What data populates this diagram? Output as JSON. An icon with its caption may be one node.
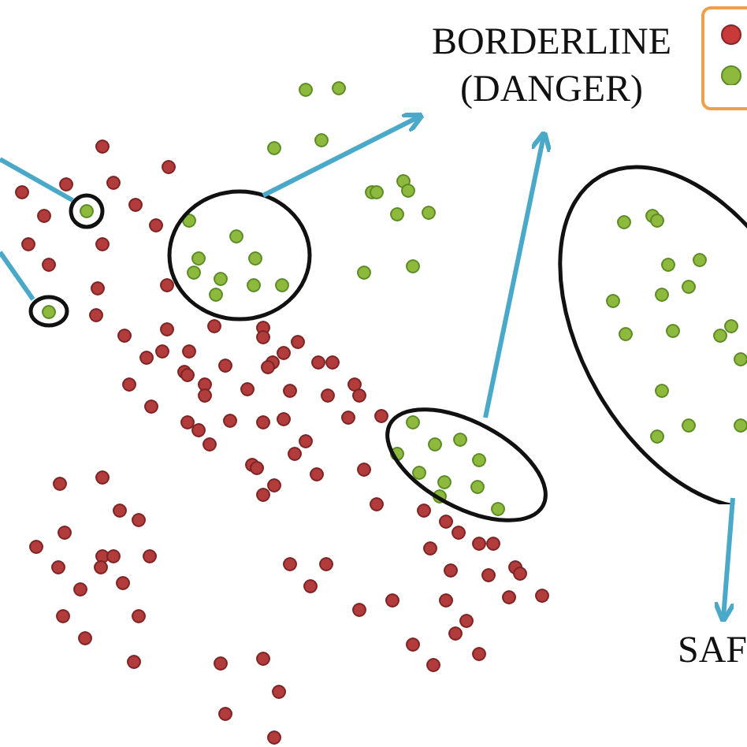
{
  "diagram": {
    "nodes": [
      {
        "text": [
          "BORDERLINE (DANGER)"
        ]
      },
      {
        "text": [
          "SAF"
        ]
      },
      {
        "text": [],
        "shape": "circle"
      },
      {
        "text": [],
        "shape": "circle"
      },
      {
        "text": [],
        "shape": "circle"
      },
      {
        "text": [],
        "shape": "circle"
      },
      {
        "text": [],
        "shape": "circle"
      }
    ],
    "edges": [
      {
        "from": 2,
        "to": null,
        "arrow": "none"
      },
      {
        "from": 3,
        "to": null,
        "arrow": "none"
      },
      {
        "from": 4,
        "to": 0,
        "arrow": "to"
      },
      {
        "from": 5,
        "to": 0,
        "arrow": "to"
      },
      {
        "from": 6,
        "to": 1,
        "arrow": "to"
      }
    ]
  }
}
